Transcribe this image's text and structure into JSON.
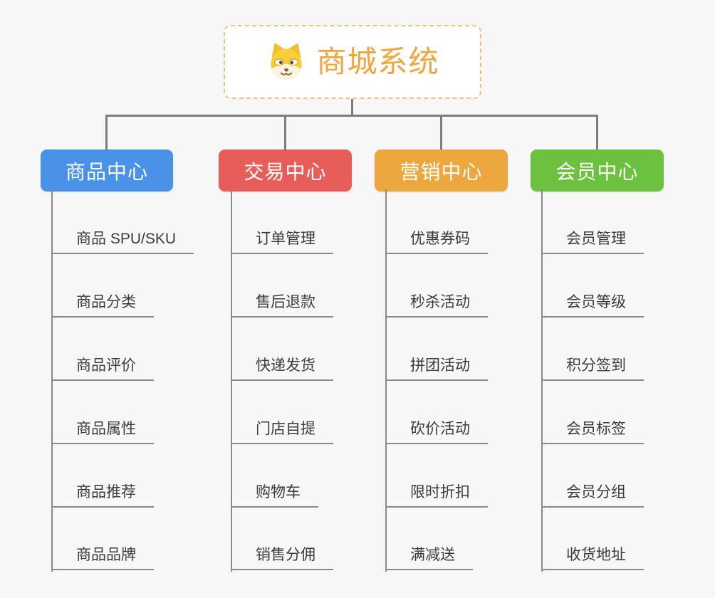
{
  "root": {
    "title": "商城系统",
    "icon": "shiba-dog-icon",
    "title_color": "#f0a63c",
    "border_color": "#f2c377"
  },
  "style": {
    "background_color": "#f7f7f7",
    "connector_color": "#7d7d7d",
    "leaf_underline_color": "#8a8a8a",
    "leaf_text_color": "#3b3b3b"
  },
  "branches": [
    {
      "label": "商品中心",
      "color": "#4a91e8",
      "children": [
        "商品 SPU/SKU",
        "商品分类",
        "商品评价",
        "商品属性",
        "商品推荐",
        "商品品牌"
      ]
    },
    {
      "label": "交易中心",
      "color": "#e65d5a",
      "children": [
        "订单管理",
        "售后退款",
        "快递发货",
        "门店自提",
        "购物车",
        "销售分佣"
      ]
    },
    {
      "label": "营销中心",
      "color": "#eca83f",
      "children": [
        "优惠券码",
        "秒杀活动",
        "拼团活动",
        "砍价活动",
        "限时折扣",
        "满减送"
      ]
    },
    {
      "label": "会员中心",
      "color": "#6cc13f",
      "children": [
        "会员管理",
        "会员等级",
        "积分签到",
        "会员标签",
        "会员分组",
        "收货地址"
      ]
    }
  ]
}
